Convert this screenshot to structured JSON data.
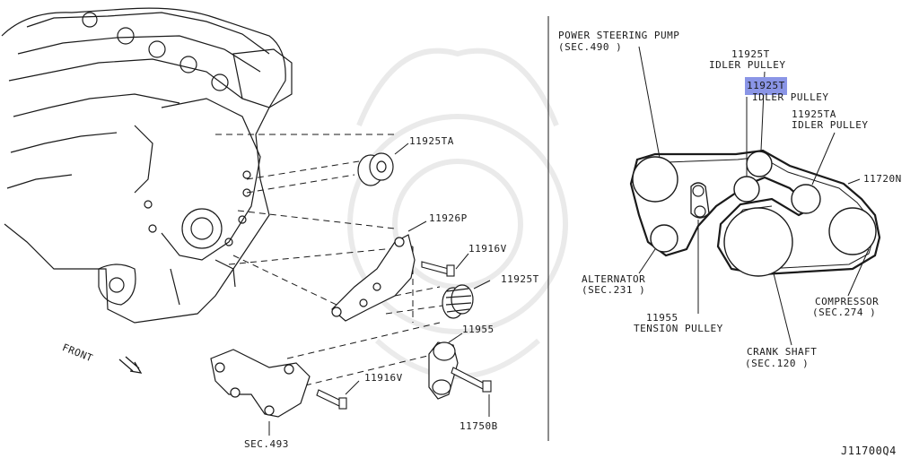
{
  "diagram_code": "J11700Q4",
  "left_panel": {
    "front_label": "FRONT",
    "parts": {
      "p11925TA": "11925TA",
      "p11926P": "11926P",
      "p11916V_upper": "11916V",
      "p11925T": "11925T",
      "p11955": "11955",
      "p11916V_lower": "11916V",
      "p11750B": "11750B",
      "sec493": "SEC.493"
    }
  },
  "right_panel": {
    "power_steering_pump": {
      "name": "POWER STEERING PUMP",
      "sec": "(SEC.490 )"
    },
    "idler_pulley_a": {
      "code": "11925T",
      "name": "IDLER PULLEY"
    },
    "idler_pulley_b": {
      "code": "11925T",
      "name": "IDLER PULLEY",
      "highlighted": true
    },
    "idler_pulley_ta": {
      "code": "11925TA",
      "name": "IDLER PULLEY"
    },
    "belt": {
      "code": "11720N"
    },
    "alternator": {
      "name": "ALTERNATOR",
      "sec": "(SEC.231 )"
    },
    "tension_pulley": {
      "code": "11955",
      "name": "TENSION PULLEY"
    },
    "compressor": {
      "name": "COMPRESSOR",
      "sec": "(SEC.274 )"
    },
    "crank_shaft": {
      "name": "CRANK SHAFT",
      "sec": "(SEC.120 )"
    }
  },
  "colors": {
    "line": "#1a1a1a",
    "highlight": "#8a95e6",
    "background": "#ffffff"
  }
}
